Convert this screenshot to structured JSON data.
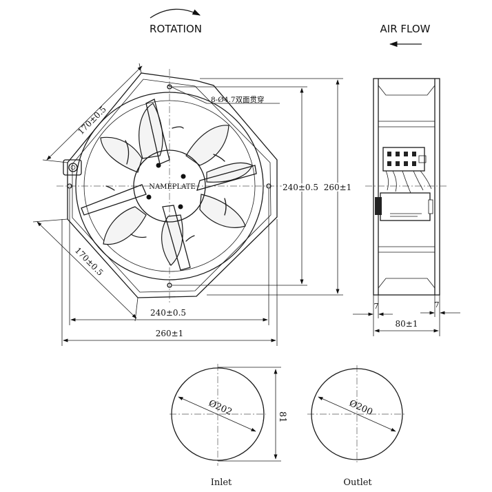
{
  "header": {
    "rotation_label": "ROTATION",
    "airflow_label": "AIR FLOW"
  },
  "front_view": {
    "nameplate_label": "NAMEPLATE",
    "hole_note": "8-Ø4.7双面贯穿",
    "dim_diag_upper": "170±0.5",
    "dim_diag_lower": "170±0.5",
    "dim_hole_pitch_v": "240±0.5",
    "dim_overall_v": "260±1",
    "dim_hole_pitch_h": "240±0.5",
    "dim_overall_h": "260±1"
  },
  "side_view": {
    "dim_depth": "80±1",
    "dim_flange_left": "7",
    "dim_flange_right": "7"
  },
  "bottom_views": {
    "inlet_label": "Inlet",
    "outlet_label": "Outlet",
    "inlet_diameter": "Ø202",
    "outlet_diameter": "Ø200",
    "dim_side": "81"
  }
}
